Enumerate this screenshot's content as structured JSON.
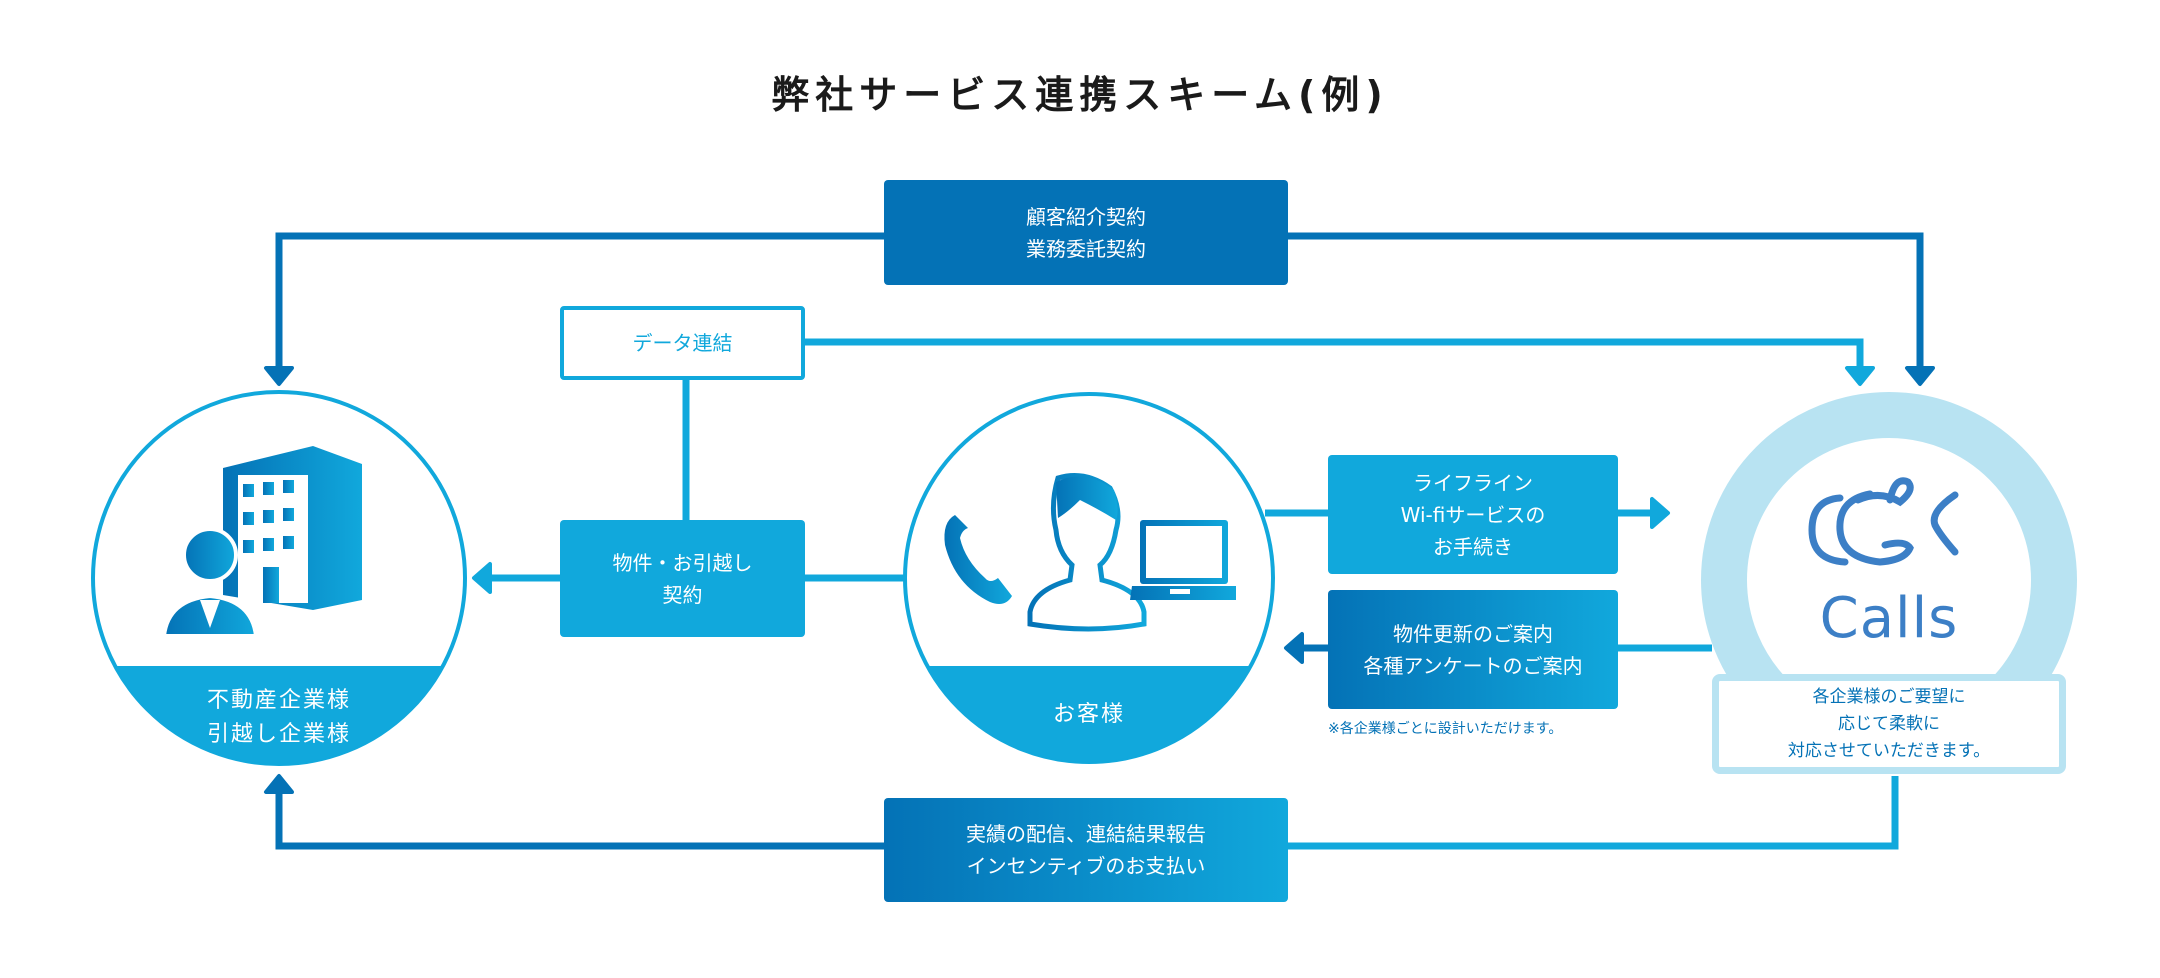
{
  "title": "弊社サービス連携スキーム(例)",
  "colors": {
    "dark_blue": "#0472B6",
    "cyan": "#11A8DC",
    "light_ring": "#B8E3F2",
    "logo_blue": "#3C7FC6"
  },
  "nodes": {
    "partner": {
      "label": "不動産企業様\n引越し企業様",
      "icon": "building-with-person-icon"
    },
    "customer": {
      "label": "お客様",
      "icon": "person-phone-laptop-icon"
    },
    "calls": {
      "brand": "Calls",
      "icon": "calls-logo-icon",
      "note": "各企業様のご要望に\n応じて柔軟に\n対応させていただきます。"
    }
  },
  "flows": {
    "contract": "顧客紹介契約\n業務委託契約",
    "data_link": "データ連結",
    "property_contract": "物件・お引越し\n契約",
    "lifeline": "ライフライン\nWi-fiサービスの\nお手続き",
    "guidance": "物件更新のご案内\n各種アンケートのご案内",
    "guidance_note": "※各企業様ごとに設計いただけます。",
    "report": "実績の配信、連結結果報告\nインセンティブのお支払い"
  }
}
